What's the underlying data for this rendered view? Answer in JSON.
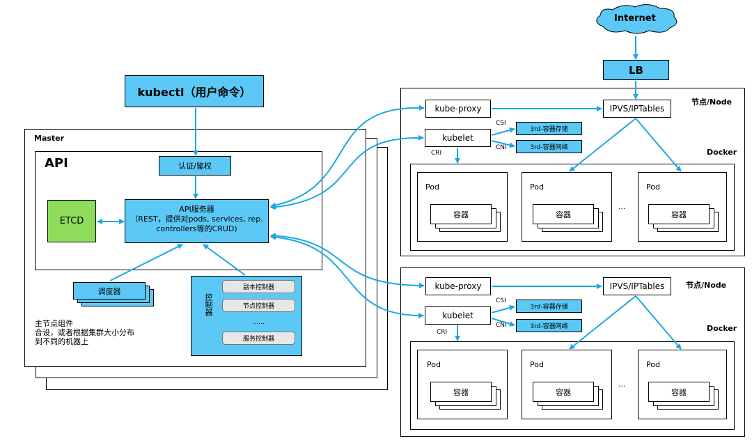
{
  "internet": "Internet",
  "lb": "LB",
  "kubectl": "kubectl（用户命令）",
  "master": {
    "title": "Master",
    "api_title": "API",
    "auth": "认证/鉴权",
    "etcd": "ETCD",
    "api_server": [
      "API服务器",
      "（REST，提供对pods, services, rep.",
      "controllers等的CRUD)"
    ],
    "scheduler": "调度器",
    "controller_title": "控制器",
    "controllers": [
      "副本控制器",
      "节点控制器",
      "……",
      "服务控制器"
    ],
    "note": [
      "主节点组件",
      "合设，或者根据集群大小分布",
      "到不同的机器上"
    ]
  },
  "nodes": [
    {
      "title": "节点/Node",
      "kube_proxy": "kube-proxy",
      "kubelet": "kubelet",
      "ipvs": "IPVS/IPTables",
      "csi": "CSI",
      "cni": "CNI",
      "cri": "CRI",
      "storage": "3rd-容器存储",
      "network": "3rd-容器网络",
      "docker": "Docker",
      "pod": "Pod",
      "container": "容器",
      "ellipsis": "..."
    },
    {
      "title": "节点/Node",
      "kube_proxy": "kube-proxy",
      "kubelet": "kubelet",
      "ipvs": "IPVS/IPTables",
      "csi": "CSI",
      "cni": "CNI",
      "cri": "CRI",
      "storage": "3rd-容器存储",
      "network": "3rd-容器网络",
      "docker": "Docker",
      "pod": "Pod",
      "container": "容器",
      "ellipsis": "..."
    }
  ],
  "colors": {
    "blue": "#5bc8f5",
    "arrow": "#1aa7e3"
  }
}
